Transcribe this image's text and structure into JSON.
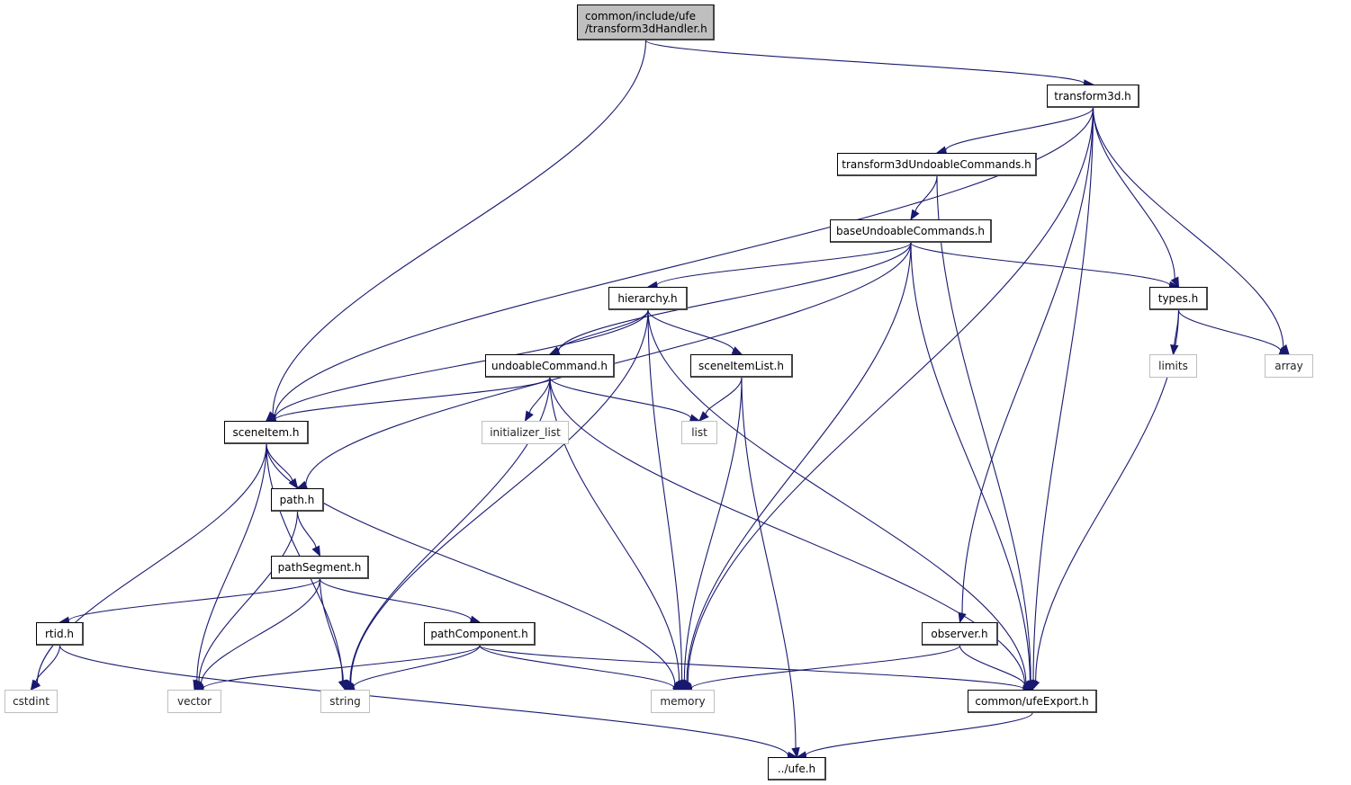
{
  "graph": {
    "root": {
      "id": "transform3dHandler",
      "line1": "common/include/ufe",
      "line2": "/transform3dHandler.h"
    },
    "nodes": [
      {
        "id": "transform3d",
        "label": "transform3d.h",
        "kind": "local"
      },
      {
        "id": "t3dUndo",
        "label": "transform3dUndoableCommands.h",
        "kind": "local"
      },
      {
        "id": "baseUndo",
        "label": "baseUndoableCommands.h",
        "kind": "local"
      },
      {
        "id": "hierarchy",
        "label": "hierarchy.h",
        "kind": "local"
      },
      {
        "id": "types",
        "label": "types.h",
        "kind": "local"
      },
      {
        "id": "undoableCommand",
        "label": "undoableCommand.h",
        "kind": "local"
      },
      {
        "id": "sceneItemList",
        "label": "sceneItemList.h",
        "kind": "local"
      },
      {
        "id": "limits",
        "label": "limits",
        "kind": "system"
      },
      {
        "id": "array",
        "label": "array",
        "kind": "system"
      },
      {
        "id": "initializer_list",
        "label": "initializer_list",
        "kind": "system"
      },
      {
        "id": "list",
        "label": "list",
        "kind": "system"
      },
      {
        "id": "sceneItem",
        "label": "sceneItem.h",
        "kind": "local"
      },
      {
        "id": "path",
        "label": "path.h",
        "kind": "local"
      },
      {
        "id": "pathSegment",
        "label": "pathSegment.h",
        "kind": "local"
      },
      {
        "id": "rtid",
        "label": "rtid.h",
        "kind": "local"
      },
      {
        "id": "pathComponent",
        "label": "pathComponent.h",
        "kind": "local"
      },
      {
        "id": "observer",
        "label": "observer.h",
        "kind": "local"
      },
      {
        "id": "cstdint",
        "label": "cstdint",
        "kind": "system"
      },
      {
        "id": "vector",
        "label": "vector",
        "kind": "system"
      },
      {
        "id": "string",
        "label": "string",
        "kind": "system"
      },
      {
        "id": "memory",
        "label": "memory",
        "kind": "system"
      },
      {
        "id": "ufeExport",
        "label": "common/ufeExport.h",
        "kind": "local"
      },
      {
        "id": "ufe",
        "label": "../ufe.h",
        "kind": "local"
      }
    ],
    "edges": [
      [
        "transform3dHandler",
        "sceneItem"
      ],
      [
        "transform3dHandler",
        "transform3d"
      ],
      [
        "transform3d",
        "sceneItem"
      ],
      [
        "transform3d",
        "t3dUndo"
      ],
      [
        "transform3d",
        "memory"
      ],
      [
        "transform3d",
        "observer"
      ],
      [
        "transform3d",
        "types"
      ],
      [
        "transform3d",
        "array"
      ],
      [
        "transform3d",
        "ufeExport"
      ],
      [
        "t3dUndo",
        "baseUndo"
      ],
      [
        "t3dUndo",
        "ufeExport"
      ],
      [
        "baseUndo",
        "hierarchy"
      ],
      [
        "baseUndo",
        "undoableCommand"
      ],
      [
        "baseUndo",
        "path"
      ],
      [
        "baseUndo",
        "memory"
      ],
      [
        "baseUndo",
        "ufeExport"
      ],
      [
        "baseUndo",
        "types"
      ],
      [
        "hierarchy",
        "sceneItem"
      ],
      [
        "hierarchy",
        "undoableCommand"
      ],
      [
        "hierarchy",
        "sceneItemList"
      ],
      [
        "hierarchy",
        "string"
      ],
      [
        "hierarchy",
        "memory"
      ],
      [
        "hierarchy",
        "ufeExport"
      ],
      [
        "types",
        "limits"
      ],
      [
        "types",
        "array"
      ],
      [
        "types",
        "ufeExport"
      ],
      [
        "undoableCommand",
        "sceneItem"
      ],
      [
        "undoableCommand",
        "initializer_list"
      ],
      [
        "undoableCommand",
        "list"
      ],
      [
        "undoableCommand",
        "string"
      ],
      [
        "undoableCommand",
        "memory"
      ],
      [
        "undoableCommand",
        "ufeExport"
      ],
      [
        "sceneItemList",
        "list"
      ],
      [
        "sceneItemList",
        "memory"
      ],
      [
        "sceneItemList",
        "ufe"
      ],
      [
        "sceneItem",
        "path"
      ],
      [
        "sceneItem",
        "cstdint"
      ],
      [
        "sceneItem",
        "vector"
      ],
      [
        "sceneItem",
        "string"
      ],
      [
        "sceneItem",
        "memory"
      ],
      [
        "path",
        "pathSegment"
      ],
      [
        "path",
        "vector"
      ],
      [
        "pathSegment",
        "rtid"
      ],
      [
        "pathSegment",
        "pathComponent"
      ],
      [
        "pathSegment",
        "vector"
      ],
      [
        "pathSegment",
        "string"
      ],
      [
        "rtid",
        "cstdint"
      ],
      [
        "rtid",
        "ufe"
      ],
      [
        "pathComponent",
        "vector"
      ],
      [
        "pathComponent",
        "string"
      ],
      [
        "pathComponent",
        "memory"
      ],
      [
        "pathComponent",
        "ufeExport"
      ],
      [
        "observer",
        "memory"
      ],
      [
        "observer",
        "ufeExport"
      ],
      [
        "ufeExport",
        "ufe"
      ]
    ],
    "colors": {
      "edge": "#191970",
      "root_fill": "#bfbfbf",
      "system_border": "#bfbfbf"
    }
  }
}
